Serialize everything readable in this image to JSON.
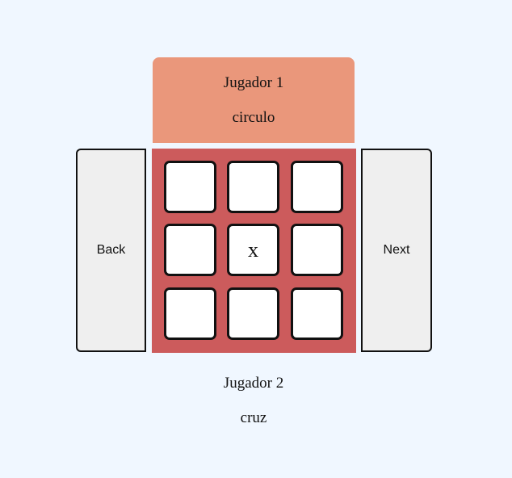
{
  "player1": {
    "name": "Jugador 1",
    "symbol": "circulo",
    "color": "#ea977b"
  },
  "player2": {
    "name": "Jugador 2",
    "symbol": "cruz"
  },
  "controls": {
    "back_label": "Back",
    "next_label": "Next"
  },
  "board": {
    "color": "#cc5b5c",
    "cells": [
      "",
      "",
      "",
      "",
      "x",
      "",
      "",
      "",
      ""
    ]
  }
}
